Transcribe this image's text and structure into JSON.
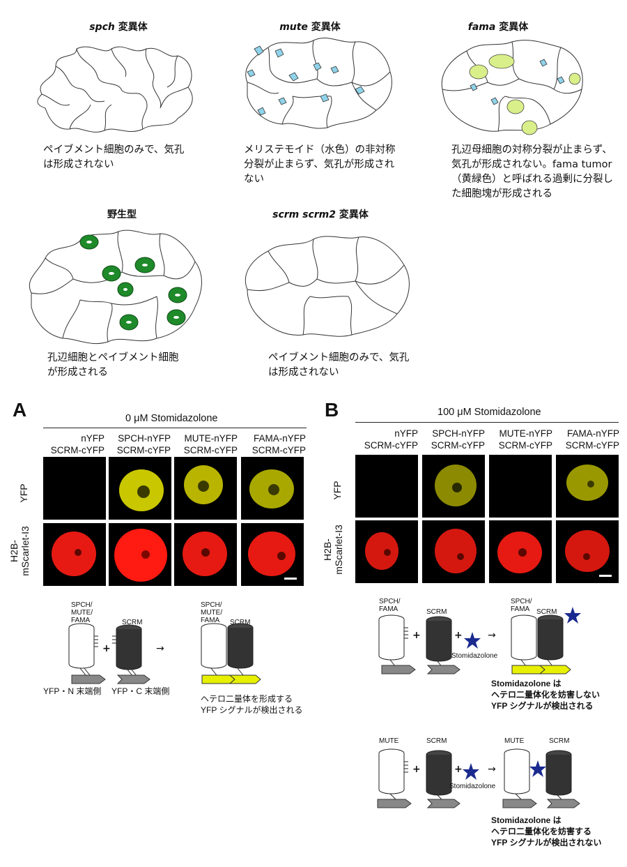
{
  "mutants": [
    {
      "gene": "spch",
      "suffix": " 変異体",
      "desc": "ペイブメント細胞のみで、気孔\nは形成されない"
    },
    {
      "gene": "mute",
      "suffix": " 変異体",
      "desc": "メリステモイド（水色）の非対称\n分裂が止まらず、気孔が形成され\nない"
    },
    {
      "gene": "fama",
      "suffix": " 変異体",
      "desc": "孔辺母細胞の対称分裂が止まらず、\n気孔が形成されない。fama tumor\n（黄緑色）と呼ばれる過剰に分裂し\nた細胞塊が形成される"
    },
    {
      "gene": "",
      "suffix": "野生型",
      "desc": "孔辺細胞とペイブメント細胞\nが形成される"
    },
    {
      "gene": "scrm scrm2",
      "suffix": " 変異体",
      "desc": "ペイブメント細胞のみで、気孔\nは形成されない"
    }
  ],
  "panelA": {
    "letter": "A",
    "condition": "0 μM Stomidazolone",
    "columns": [
      "nYFP\nSCRM-cYFP",
      "SPCH-nYFP\nSCRM-cYFP",
      "MUTE-nYFP\nSCRM-cYFP",
      "FAMA-nYFP\nSCRM-cYFP"
    ],
    "rows": [
      "YFP",
      "H2B-\nmScarlet-I3"
    ],
    "diagram": {
      "left_protein": "SPCH/\nMUTE/\nFAMA",
      "right_protein": "SCRM",
      "plus": "+",
      "arrow": "→",
      "yfp_n": "YFP・N 末端側",
      "yfp_c": "YFP・C 末端側",
      "result_left": "SPCH/\nMUTE/\nFAMA",
      "result_right": "SCRM",
      "result_caption": "ヘテロ二量体を形成する\nYFP シグナルが検出される"
    }
  },
  "panelB": {
    "letter": "B",
    "condition": "100 μM Stomidazolone",
    "columns": [
      "nYFP\nSCRM-cYFP",
      "SPCH-nYFP\nSCRM-cYFP",
      "MUTE-nYFP\nSCRM-cYFP",
      "FAMA-nYFP\nSCRM-cYFP"
    ],
    "rows": [
      "YFP",
      "H2B-\nmScarlet-I3"
    ],
    "diagram1": {
      "left_protein": "SPCH/\nFAMA",
      "right_protein": "SCRM",
      "plus1": "+",
      "plus2": "+",
      "drug": "Stomidazolone",
      "arrow": "→",
      "result_left": "SPCH/\nFAMA",
      "result_right": "SCRM",
      "caption": "Stomidazolone は\nヘテロ二量体化を妨害しない\nYFP シグナルが検出される"
    },
    "diagram2": {
      "left_protein": "MUTE",
      "right_protein": "SCRM",
      "plus1": "+",
      "plus2": "+",
      "drug": "Stomidazolone",
      "arrow": "→",
      "result_left": "MUTE",
      "result_right": "SCRM",
      "caption": "Stomidazolone は\nヘテロ二量体化を妨害する\nYFP シグナルが検出されない"
    }
  },
  "colors": {
    "stoma_green": "#1e8a2a",
    "tumor_yellowgreen": "#d9ef8a",
    "meristemoid_cyan": "#8fd3ea",
    "yfp_yellow": "#e6f000",
    "mscarlet_red": "#ff1a12",
    "star_blue": "#1a2a8f"
  }
}
